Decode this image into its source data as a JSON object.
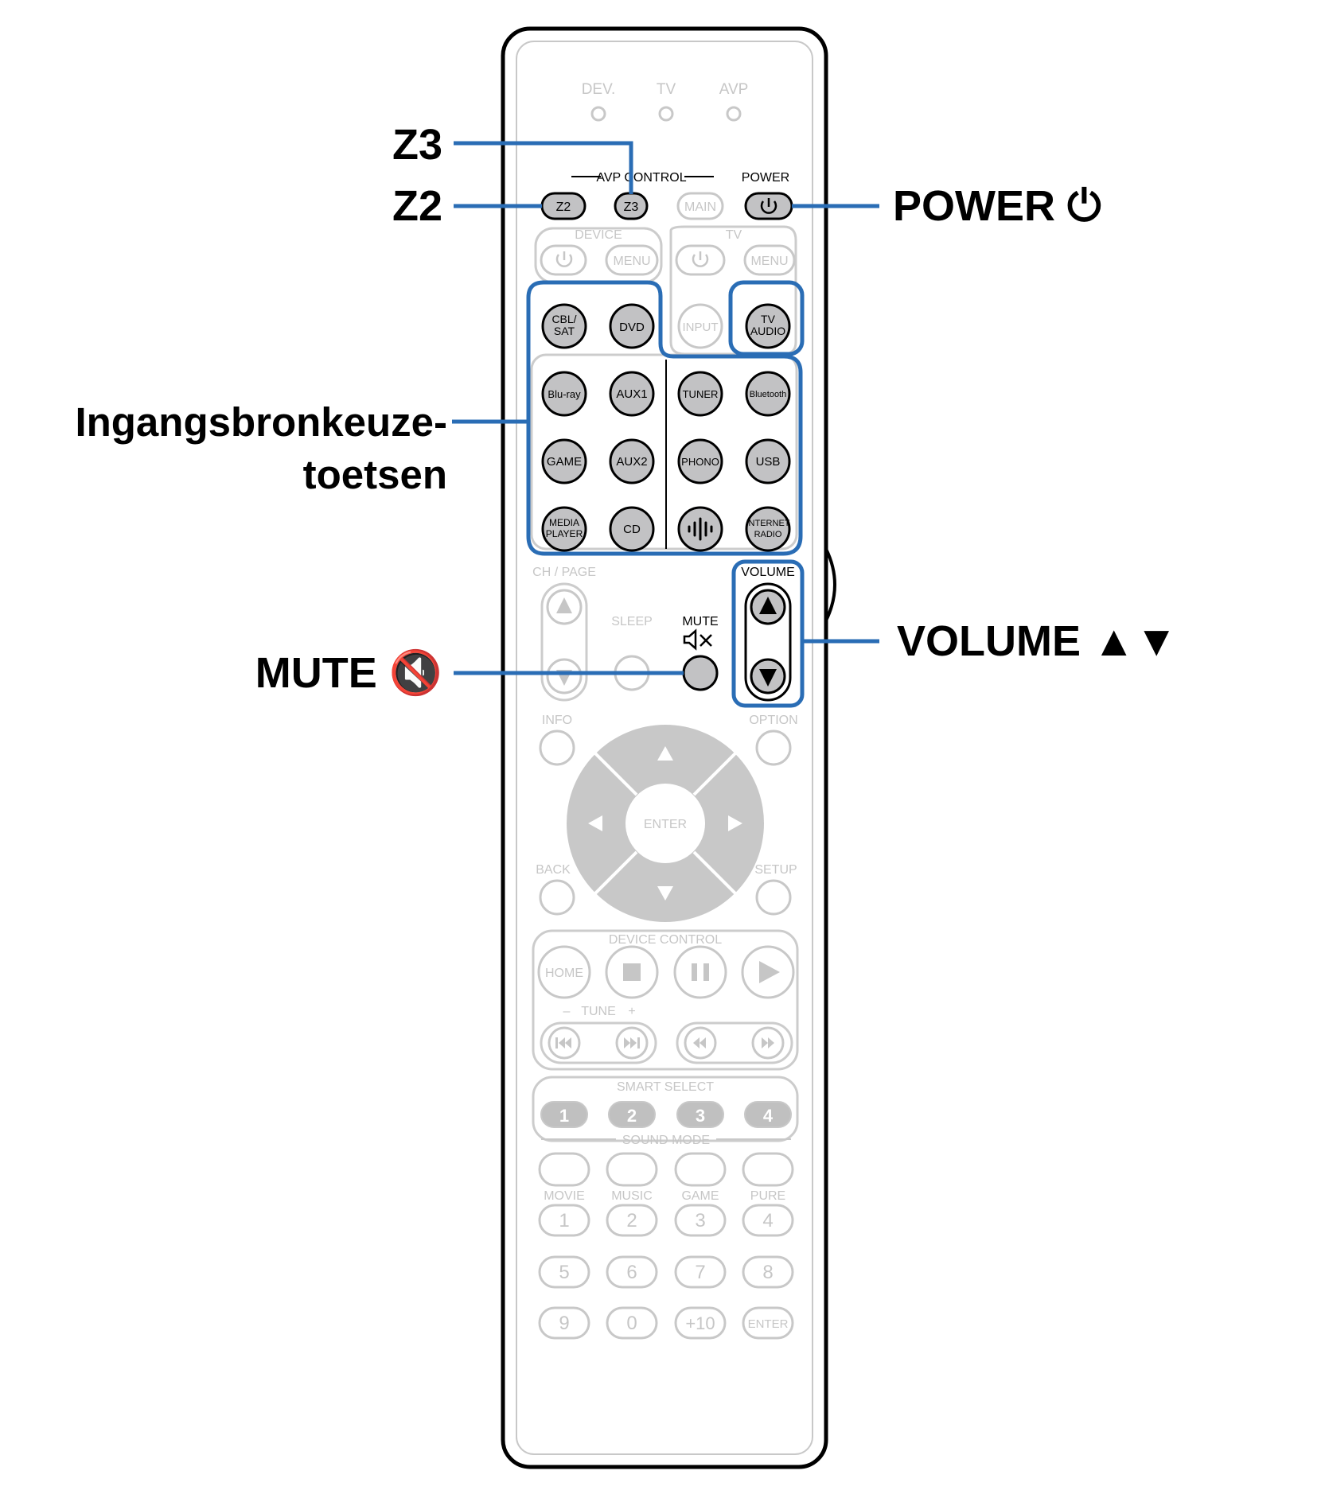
{
  "indicators": [
    "DEV.",
    "TV",
    "AVP"
  ],
  "avp_control": {
    "title": "AVP CONTROL",
    "power": "POWER",
    "z2": "Z2",
    "z3": "Z3",
    "main": "MAIN"
  },
  "device": {
    "title": "DEVICE",
    "menu": "MENU"
  },
  "tv": {
    "title": "TV",
    "menu": "MENU",
    "input": "INPUT",
    "audio_line1": "TV",
    "audio_line2": "AUDIO"
  },
  "inputs": {
    "cbl_line1": "CBL/",
    "cbl_line2": "SAT",
    "dvd": "DVD",
    "bluray": "Blu-ray",
    "aux1": "AUX1",
    "tuner": "TUNER",
    "bluetooth": "Bluetooth",
    "game": "GAME",
    "aux2": "AUX2",
    "phono": "PHONO",
    "usb": "USB",
    "media_line1": "MEDIA",
    "media_line2": "PLAYER",
    "cd": "CD",
    "inet_line1": "INTERNET",
    "inet_line2": "RADIO"
  },
  "middle": {
    "ch_page": "CH / PAGE",
    "sleep": "SLEEP",
    "mute": "MUTE",
    "volume": "VOLUME"
  },
  "nav": {
    "info": "INFO",
    "option": "OPTION",
    "enter": "ENTER",
    "back": "BACK",
    "setup": "SETUP"
  },
  "device_control": {
    "title": "DEVICE CONTROL",
    "home": "HOME",
    "tune_minus": "–",
    "tune": "TUNE",
    "tune_plus": "+"
  },
  "smart_select": {
    "title": "SMART SELECT",
    "buttons": [
      "1",
      "2",
      "3",
      "4"
    ]
  },
  "sound_mode": {
    "title": "SOUND MODE",
    "modes": [
      "MOVIE",
      "MUSIC",
      "GAME",
      "PURE"
    ]
  },
  "numpad": [
    "1",
    "2",
    "3",
    "4",
    "5",
    "6",
    "7",
    "8",
    "9",
    "0",
    "+10",
    "ENTER"
  ],
  "callouts": {
    "z3": "Z3",
    "z2": "Z2",
    "power": "POWER ⏻",
    "inputs_line1": "Ingangsbronkeuze-",
    "inputs_line2": "toetsen",
    "volume": "VOLUME ▲▼",
    "mute": "MUTE 🔇"
  },
  "colors": {
    "highlight": "#2a6db5",
    "active_button": "#c2c2c4",
    "inactive": "#c8c8c8"
  }
}
